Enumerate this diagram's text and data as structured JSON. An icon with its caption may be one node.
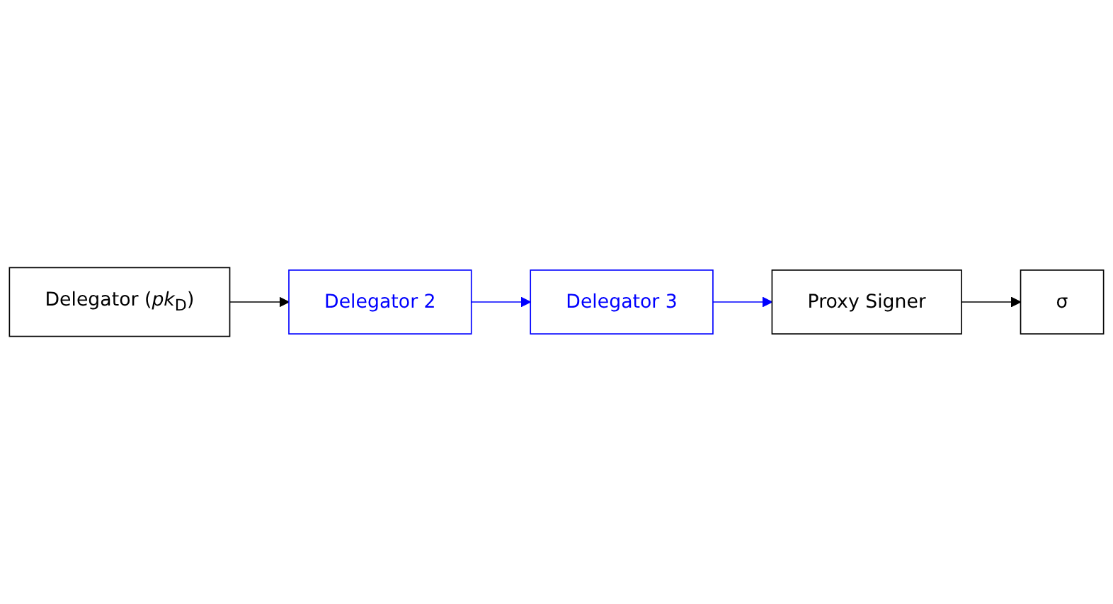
{
  "diagram": {
    "nodes": [
      {
        "text": [
          "Delegator (*pk*$_{D}$)"
        ]
      },
      {
        "text": [
          "Delegator 2"
        ]
      },
      {
        "text": [
          "Delegator 3"
        ]
      },
      {
        "text": [
          "Proxy Signer"
        ]
      },
      {
        "text": [
          "σ"
        ]
      }
    ],
    "edges": [
      {
        "from": 0,
        "to": 1,
        "arrow": "to"
      },
      {
        "from": 1,
        "to": 2,
        "arrow": "to",
        "color": "#0000ff"
      },
      {
        "from": 2,
        "to": 3,
        "arrow": "to",
        "color": "#0000ff"
      },
      {
        "from": 3,
        "to": 4,
        "arrow": "to"
      }
    ]
  }
}
